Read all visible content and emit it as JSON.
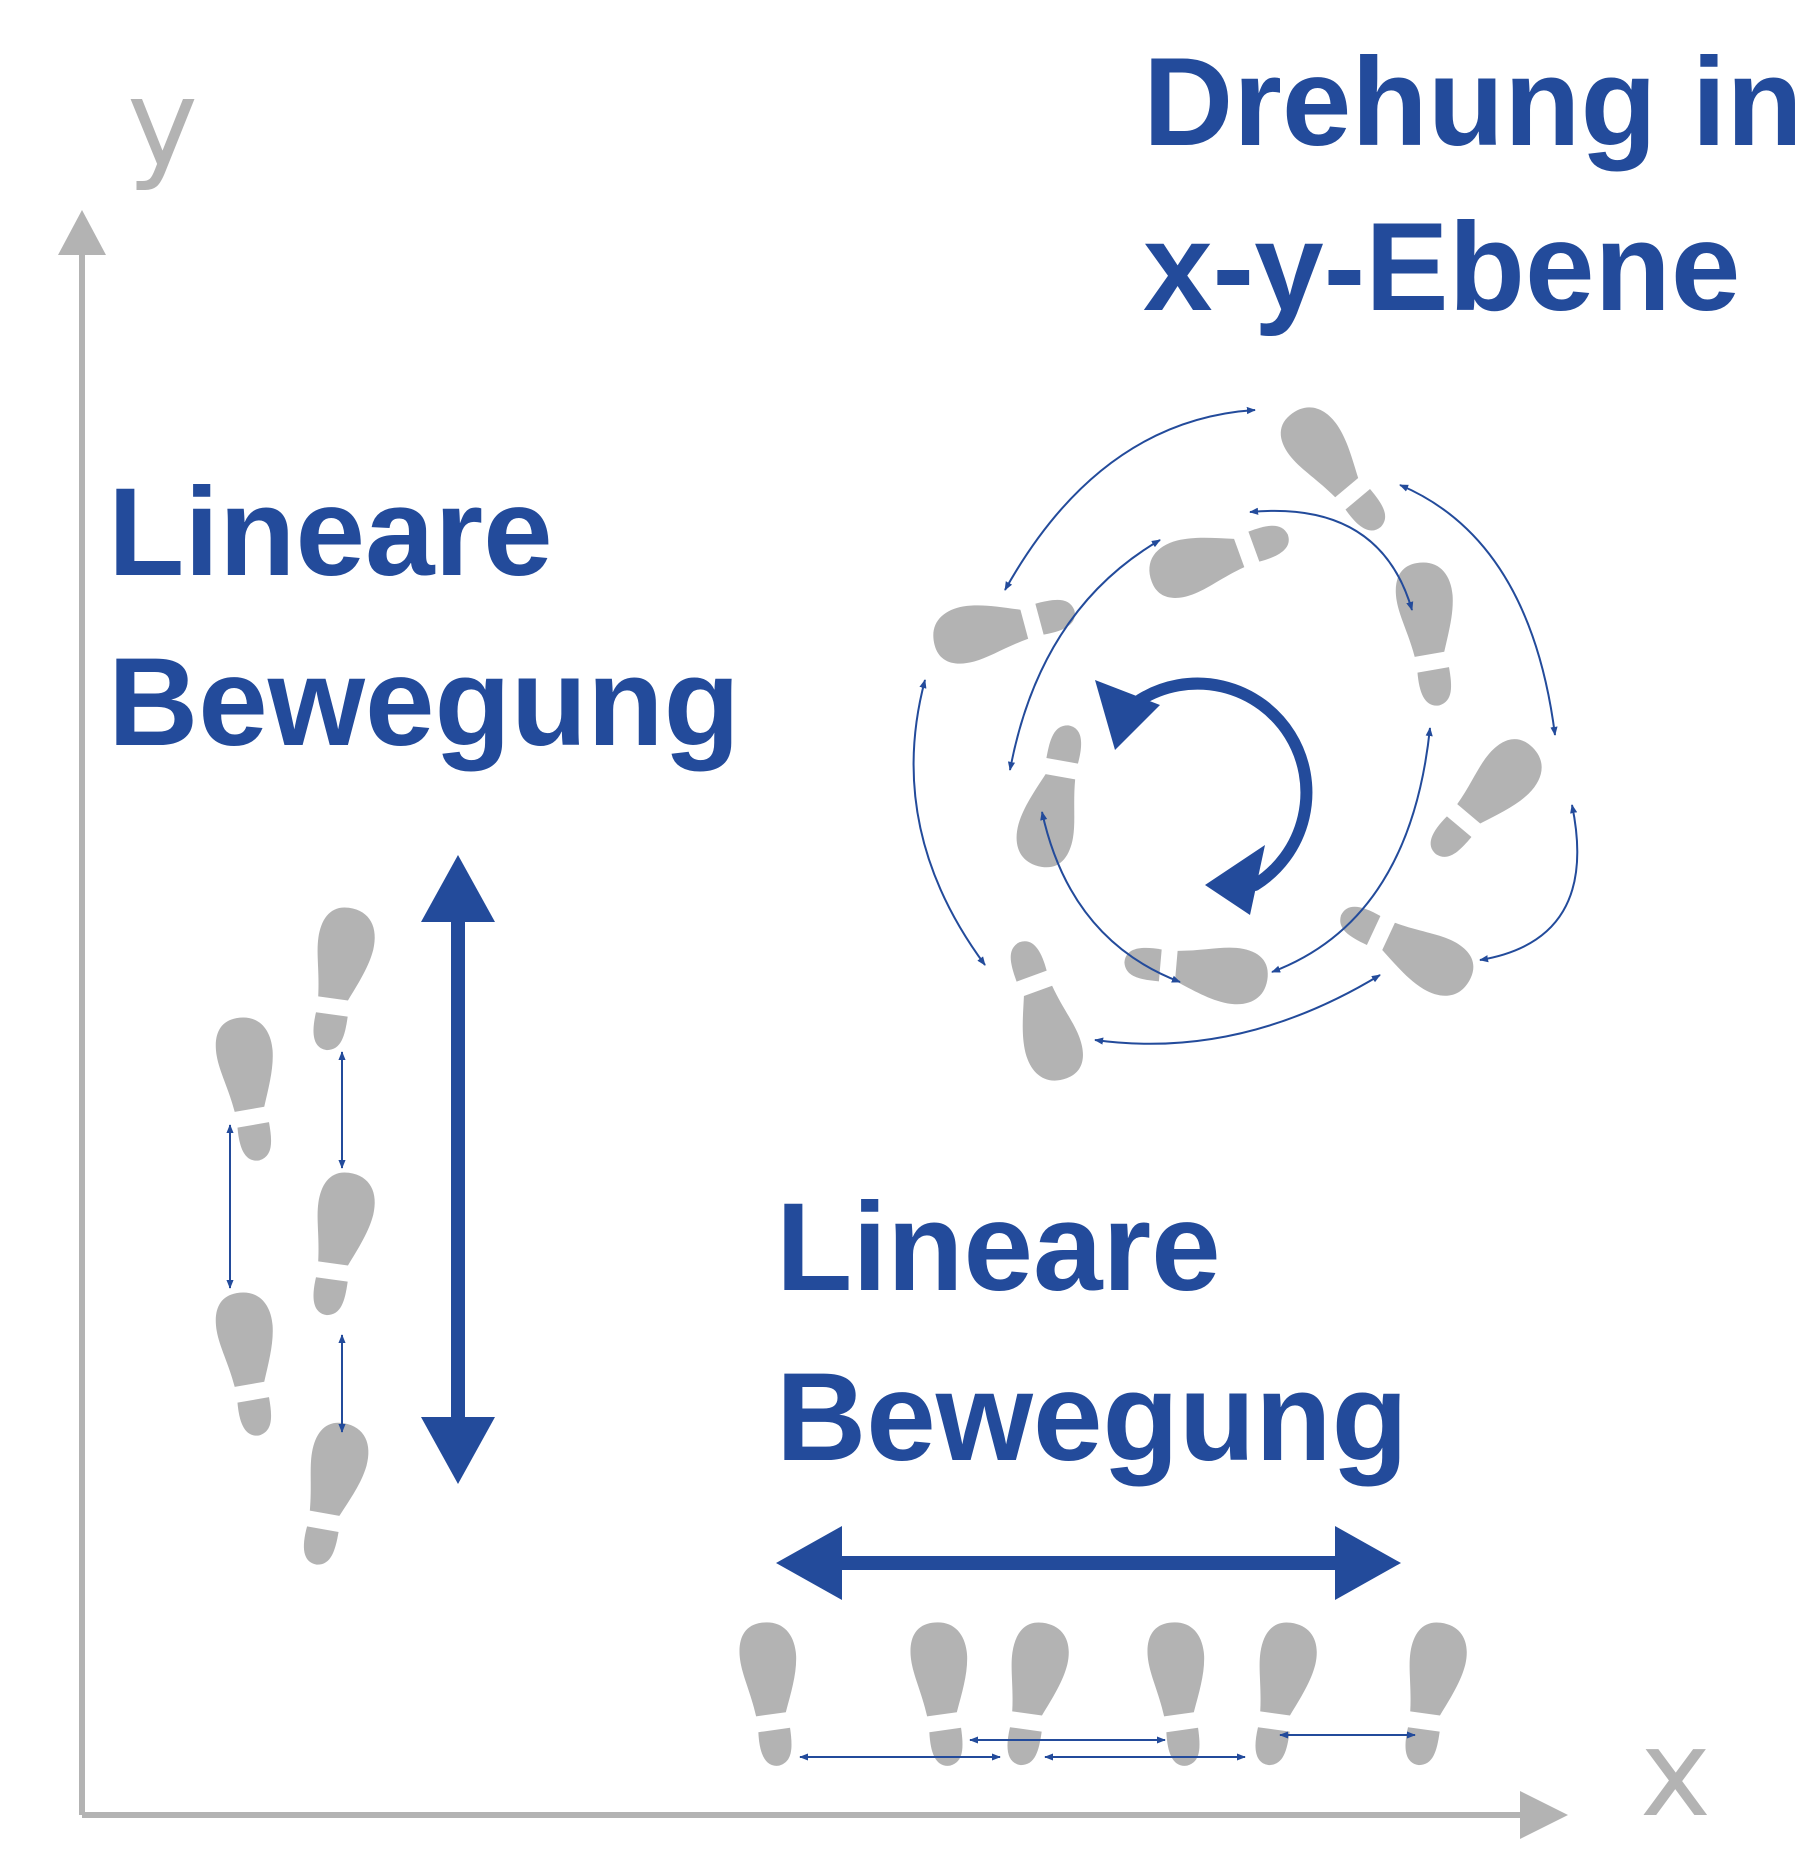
{
  "axes": {
    "y_label": "y",
    "x_label": "x"
  },
  "labels": {
    "rotation_title": [
      "Drehung in",
      "x-y-Ebene"
    ],
    "linear_vertical": [
      "Lineare",
      "Bewegung"
    ],
    "linear_horizontal": [
      "Lineare",
      "Bewegung"
    ]
  },
  "colors": {
    "accent": "#234b9b",
    "footprint": "#b3b3b3",
    "axis": "#b3b3b3"
  },
  "icons": {
    "footprint": "shoe-footprint-icon",
    "rotation": "rotation-arrow-icon",
    "double_arrow": "double-headed-arrow-icon"
  }
}
